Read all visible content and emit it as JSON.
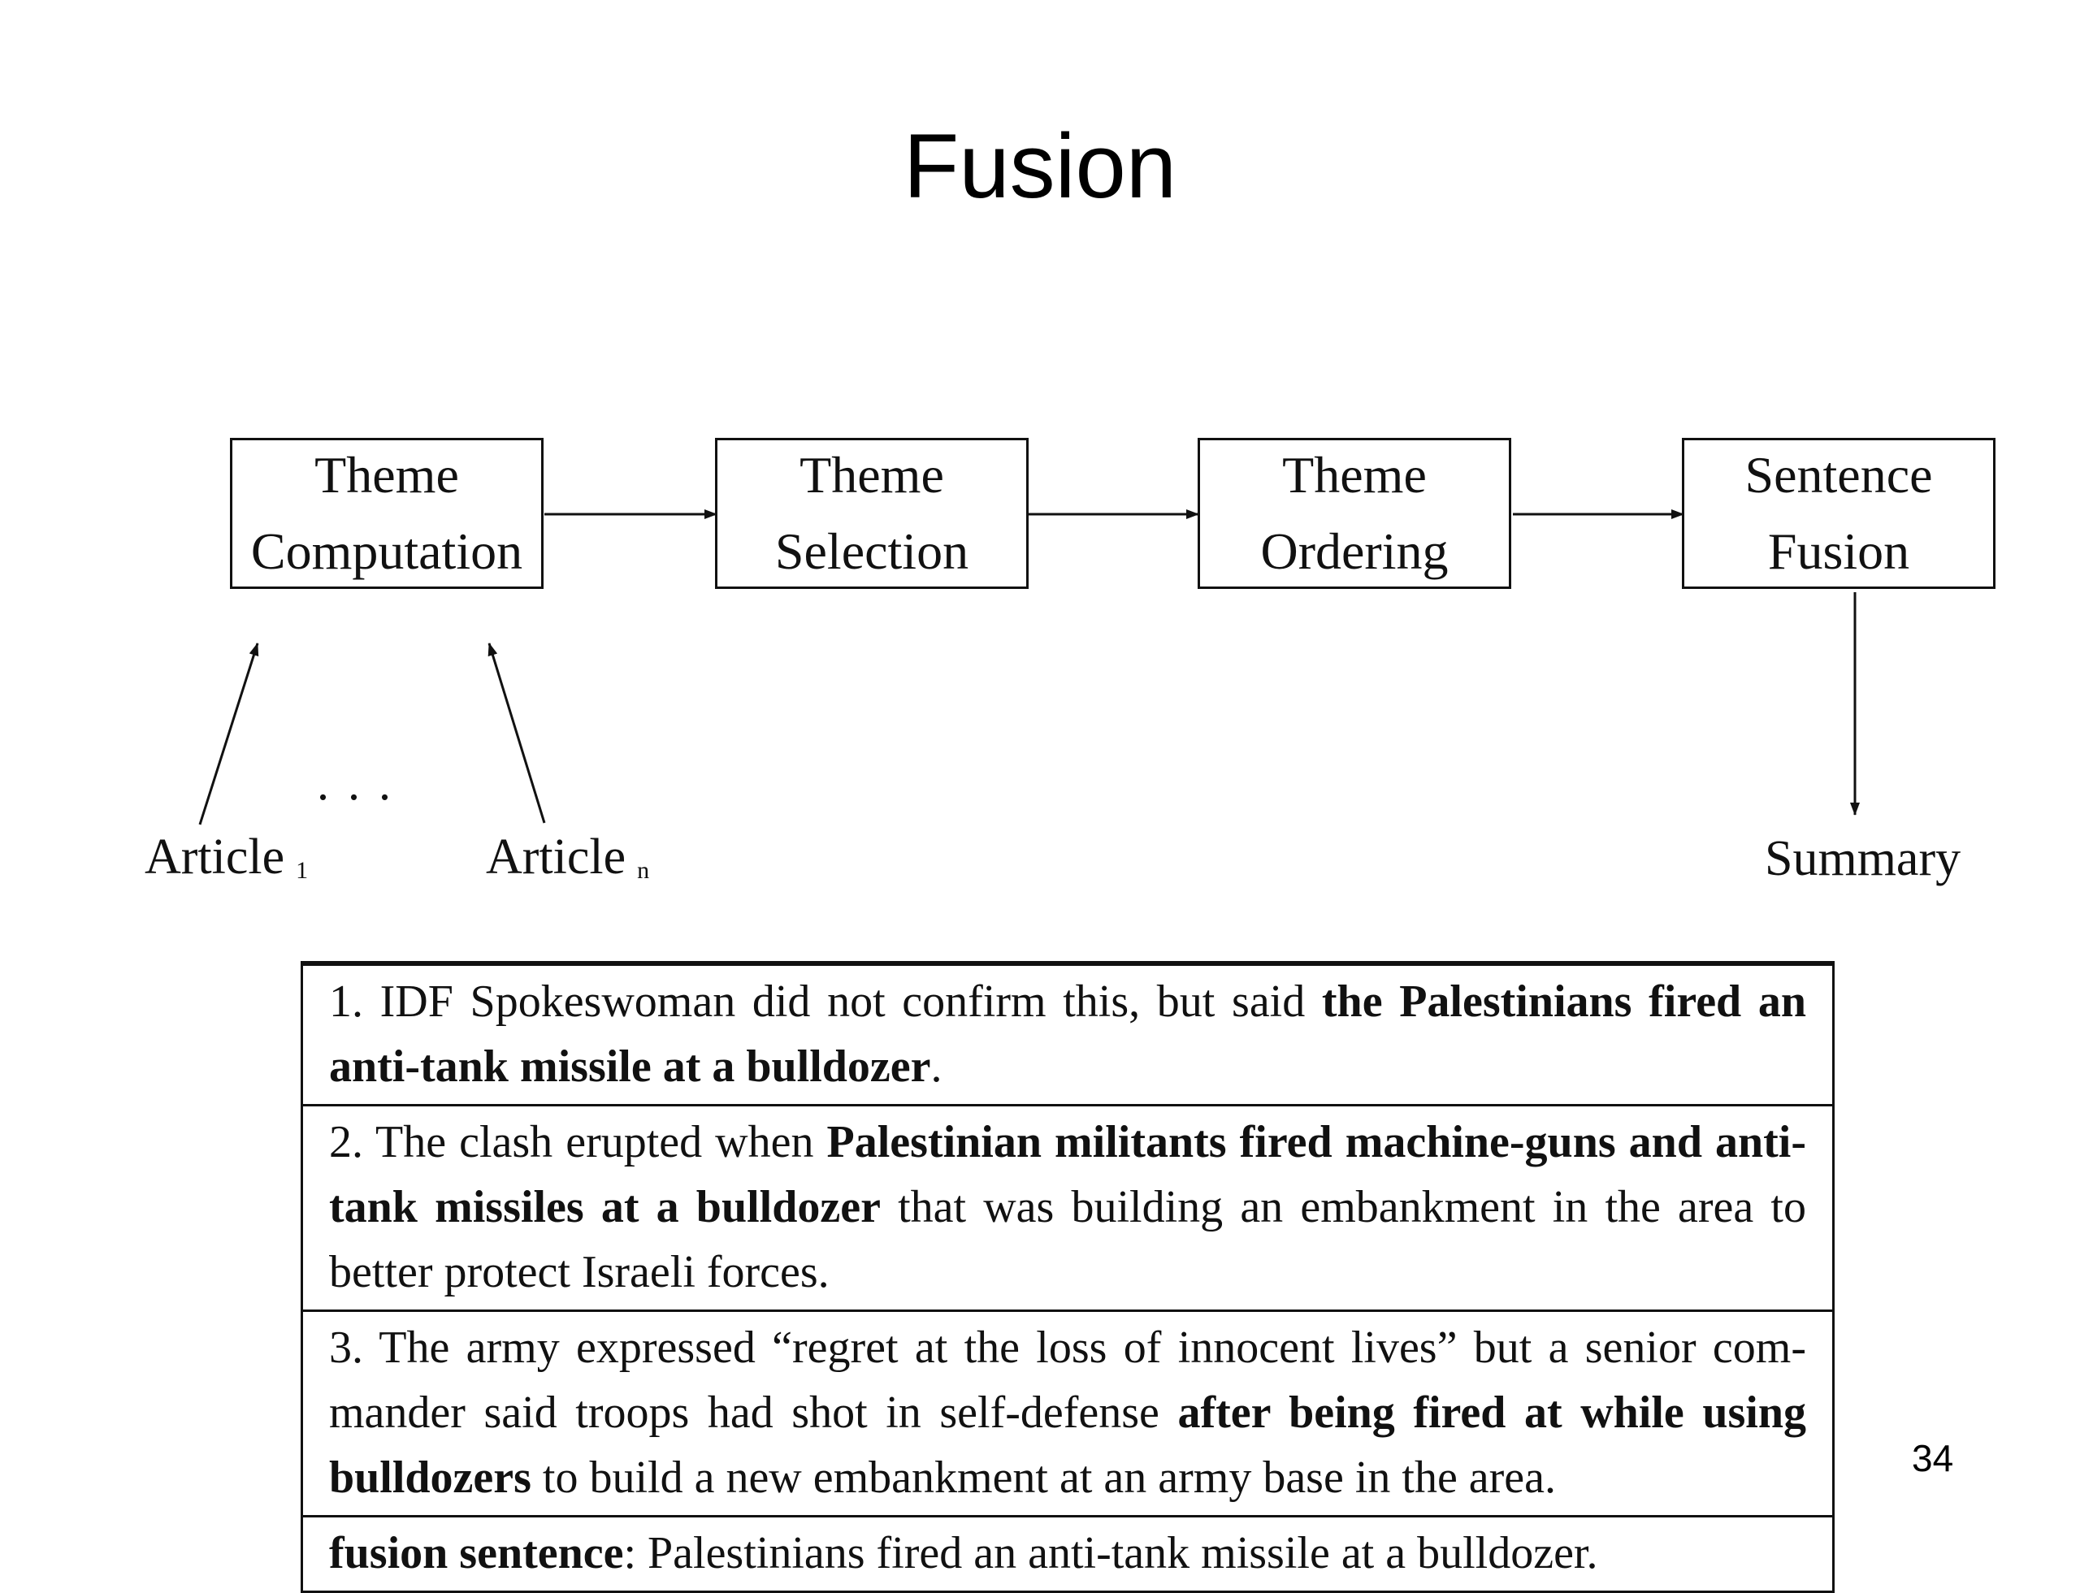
{
  "slide": {
    "title": "Fusion",
    "page_number": "34"
  },
  "pipeline": {
    "boxes": [
      {
        "line1": "Theme",
        "line2": "Computation"
      },
      {
        "line1": "Theme",
        "line2": "Selection"
      },
      {
        "line1": "Theme",
        "line2": "Ordering"
      },
      {
        "line1": "Sentence",
        "line2": "Fusion"
      }
    ],
    "inputs": [
      {
        "label": "Article",
        "subscript": "1"
      },
      {
        "label": "Article",
        "subscript": "n"
      }
    ],
    "ellipsis": ". . .",
    "output": "Summary"
  },
  "example_table": {
    "rows": [
      {
        "segments": [
          {
            "text": "1. IDF Spokeswoman did not confirm this, but said ",
            "bold": false
          },
          {
            "text": "the Palestinians fired an anti-tank missile at a bulldozer",
            "bold": true
          },
          {
            "text": ".",
            "bold": false
          }
        ]
      },
      {
        "segments": [
          {
            "text": "2. The clash erupted when ",
            "bold": false
          },
          {
            "text": "Palestinian militants fired machine-guns and anti-tank missiles at a bulldozer",
            "bold": true
          },
          {
            "text": " that was building an embankment in the area to better protect Israeli forces.",
            "bold": false
          }
        ]
      },
      {
        "segments": [
          {
            "text": "3. The army expressed “regret at the loss of innocent lives” but a senior com­mander said troops had shot in self-defense ",
            "bold": false
          },
          {
            "text": "after being fired at while using bulldozers",
            "bold": true
          },
          {
            "text": " to build a new embankment at an army base in the area.",
            "bold": false
          }
        ]
      },
      {
        "segments": [
          {
            "text": "fusion sentence",
            "bold": true
          },
          {
            "text": ": Palestinians fired an anti-tank missile at a bulldozer.",
            "bold": false
          }
        ]
      }
    ]
  }
}
